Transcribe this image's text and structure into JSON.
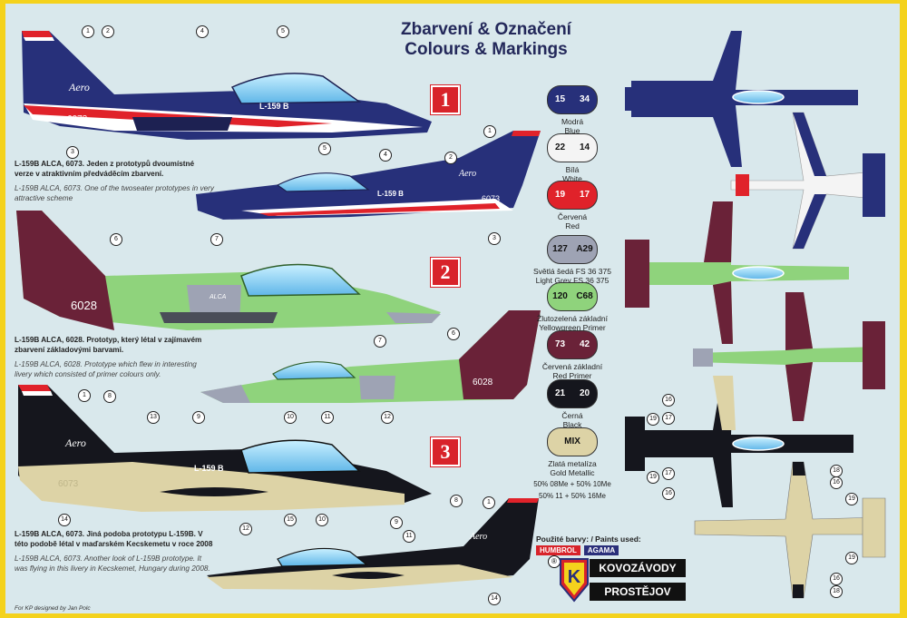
{
  "header": {
    "title_cz": "Zbarvení & Označení",
    "title_en": "Colours & Markings"
  },
  "schemes": [
    {
      "number": "1",
      "text_cz_bold": "L-159B ALCA, 6073.",
      "text_cz": " Jeden z prototypů dvoumístné verze v atraktivním předváděcím zbarvení.",
      "text_en": "L-159B ALCA, 6073. One of the twoseater prototypes in very attractive scheme",
      "serial": "6073",
      "nose_text": "L-159 B",
      "tail_logo": "Aero"
    },
    {
      "number": "2",
      "text_cz_bold": "L-159B ALCA, 6028.",
      "text_cz": " Prototyp, který létal v zajímavém zbarvení základovými barvami.",
      "text_en": "L-159B ALCA, 6028. Prototype which flew in interesting livery which consisted of primer colours only.",
      "serial": "6028",
      "nose_text": "ALCA"
    },
    {
      "number": "3",
      "text_cz_bold": "L-159B ALCA, 6073.",
      "text_cz": " Jiná podoba prototypu L-159B. V této podobě létal v maďarském Kecskemetu v roce 2008",
      "text_en": "L-159B ALCA, 6073. Another look of L-159B prototype. It was flying in this livery in Kecskemet, Hungary during 2008.",
      "serial": "6073",
      "nose_text": "L-159 B",
      "tail_logo": "Aero"
    }
  ],
  "swatches": [
    {
      "codes": [
        "15",
        "34"
      ],
      "label_cz": "Modrá",
      "label_en": "Blue",
      "color": "#27307a",
      "text_color": "#ffffff"
    },
    {
      "codes": [
        "22",
        "14"
      ],
      "label_cz": "Bílá",
      "label_en": "White",
      "color": "#f4f4f4",
      "text_color": "#111111"
    },
    {
      "codes": [
        "19",
        "17"
      ],
      "label_cz": "Červená",
      "label_en": "Red",
      "color": "#e0222a",
      "text_color": "#ffffff"
    },
    {
      "codes": [
        "127",
        "A29"
      ],
      "label_cz": "Světlá šedá FS 36 375",
      "label_en": "Light Grey FS 36 375",
      "color": "#9ea3b4",
      "text_color": "#111111"
    },
    {
      "codes": [
        "120",
        "C68"
      ],
      "label_cz": "Žlutozelená základní",
      "label_en": "Yellowgreen Primer",
      "color": "#8fd37c",
      "text_color": "#111111"
    },
    {
      "codes": [
        "73",
        "42"
      ],
      "label_cz": "Červená základní",
      "label_en": "Red Primer",
      "color": "#6a2238",
      "text_color": "#ffffff"
    },
    {
      "codes": [
        "21",
        "20"
      ],
      "label_cz": "Černá",
      "label_en": "Black",
      "color": "#15161d",
      "text_color": "#ffffff"
    },
    {
      "codes": [
        "MIX"
      ],
      "label_cz": "Zlatá metalíza",
      "label_en": "Gold Metallic",
      "color": "#ddd3a6",
      "text_color": "#111111",
      "mix_1": "50% 08Me + 50% 10Me",
      "mix_2": "50% 11 + 50% 16Me"
    }
  ],
  "callouts": [
    "1",
    "2",
    "3",
    "4",
    "5",
    "6",
    "7",
    "8",
    "9",
    "10",
    "11",
    "12",
    "13",
    "14",
    "15",
    "16",
    "17",
    "18",
    "19"
  ],
  "paints": {
    "label": "Použité barvy: / Paints used:",
    "brand_1": "HUMBROL",
    "brand_2": "AGAMA",
    "brand_1_color": "#d8232a",
    "brand_2_color": "#2a2f7a"
  },
  "brand": {
    "line_1": "KOVOZÁVODY",
    "line_2": "PROSTĚJOV",
    "reg": "®",
    "shield_letter": "K"
  },
  "credit": "For KP designed by Jan Polc",
  "colors": {
    "background": "#d9e8ec",
    "frame": "#f4d21c",
    "marker": "#d8232a"
  }
}
